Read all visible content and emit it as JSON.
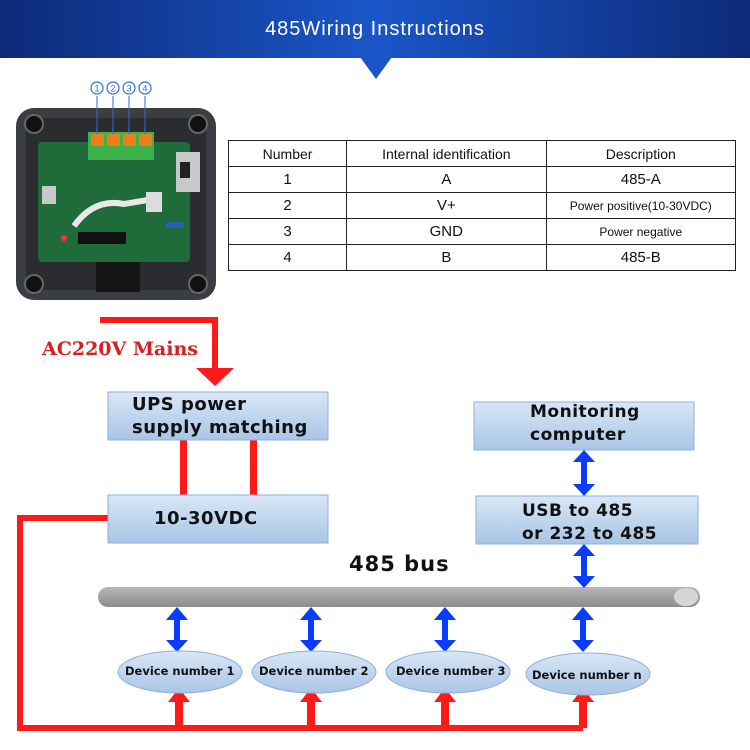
{
  "header": {
    "title": "485Wiring Instructions"
  },
  "terminal": {
    "pin_numbers": [
      "1",
      "2",
      "3",
      "4"
    ]
  },
  "table": {
    "headers": [
      "Number",
      "Internal identification",
      "Description"
    ],
    "rows": [
      [
        "1",
        "A",
        "485-A"
      ],
      [
        "2",
        "V+",
        "Power positive(10-30VDC)"
      ],
      [
        "3",
        "GND",
        "Power negative"
      ],
      [
        "4",
        "B",
        "485-B"
      ]
    ]
  },
  "diagram": {
    "mains_label": "AC220V Mains",
    "ups_label_line1": "UPS power",
    "ups_label_line2": "supply matching",
    "dc_label": "10-30VDC",
    "monitor_label_line1": "Monitoring",
    "monitor_label_line2": "computer",
    "converter_label_line1": "USB to 485",
    "converter_label_line2": "or 232 to 485",
    "bus_label": "485 bus",
    "devices": [
      "Device number 1",
      "Device number 2",
      "Device number 3",
      "Device number n"
    ]
  },
  "colors": {
    "header_dark": "#0d2a78",
    "header_light": "#1a56c8",
    "box_fill": "#bcd3ec",
    "power_line": "#ff1a1a",
    "bus_arrow": "#0a3cff",
    "mains_text": "#d81f1f",
    "pcb_green": "#1f6b3a",
    "terminal_orange": "#f07d18",
    "terminal_green": "#3cb24a"
  }
}
